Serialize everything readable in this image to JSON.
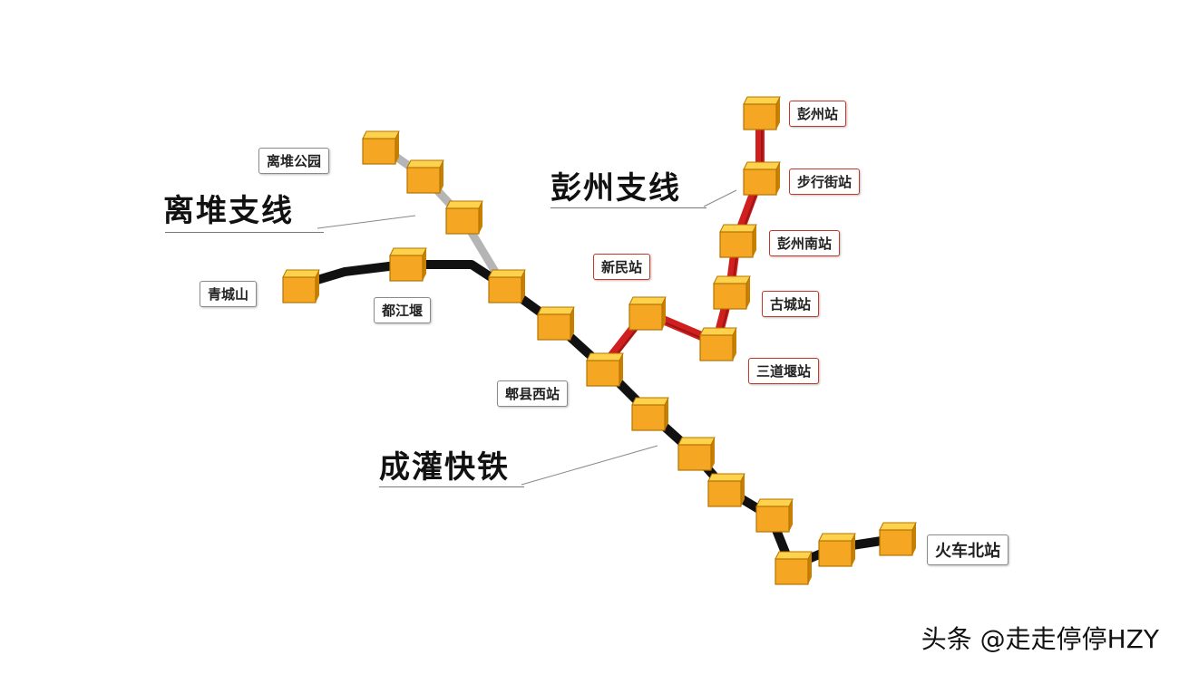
{
  "colors": {
    "main_line": "#111111",
    "peng_branch": "#d01f1f",
    "li_branch": "#b5b5b5",
    "station_fill": "#f5a623",
    "station_top": "#ffd24d",
    "station_border": "#b37400"
  },
  "lines": {
    "main": "成灌快铁",
    "lidui": "离堆支线",
    "pengzhou": "彭州支线"
  },
  "stations": {
    "lidui_park": "离堆公园",
    "qingchengshan": "青城山",
    "dujiangyan": "都江堰",
    "xinmin": "新民站",
    "pixian_west": "郫县西站",
    "pengzhou": "彭州站",
    "buxingjie": "步行街站",
    "pengzhou_south": "彭州南站",
    "gucheng": "古城站",
    "sandaoyan": "三道堰站",
    "chengdu_north": "火车北站"
  },
  "watermark": "头条 @走走停停HZY"
}
